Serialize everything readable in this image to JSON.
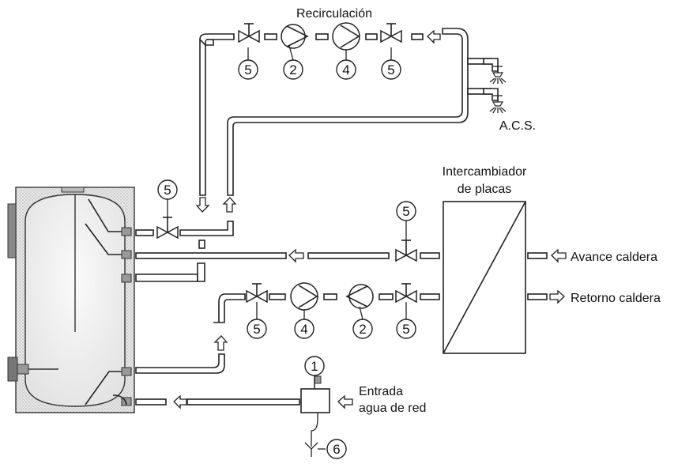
{
  "labels": {
    "recirculacion": "Recirculación",
    "acs": "A.C.S.",
    "intercambiador_1": "Intercambiador",
    "intercambiador_2": "de placas",
    "avance": "Avance caldera",
    "retorno": "Retorno caldera",
    "entrada_1": "Entrada",
    "entrada_2": "agua de red"
  },
  "markers": {
    "valve": "5",
    "check_valve": "2",
    "pump": "4",
    "meter": "1",
    "drain": "6"
  },
  "icons": [
    "valve-icon",
    "check-valve-icon",
    "pump-icon",
    "arrow-icon",
    "shower-icon",
    "drain-icon"
  ],
  "colors": {
    "line": "#222222",
    "tank_insulation": "#d8d8d8",
    "tank_body": "#ececec"
  }
}
